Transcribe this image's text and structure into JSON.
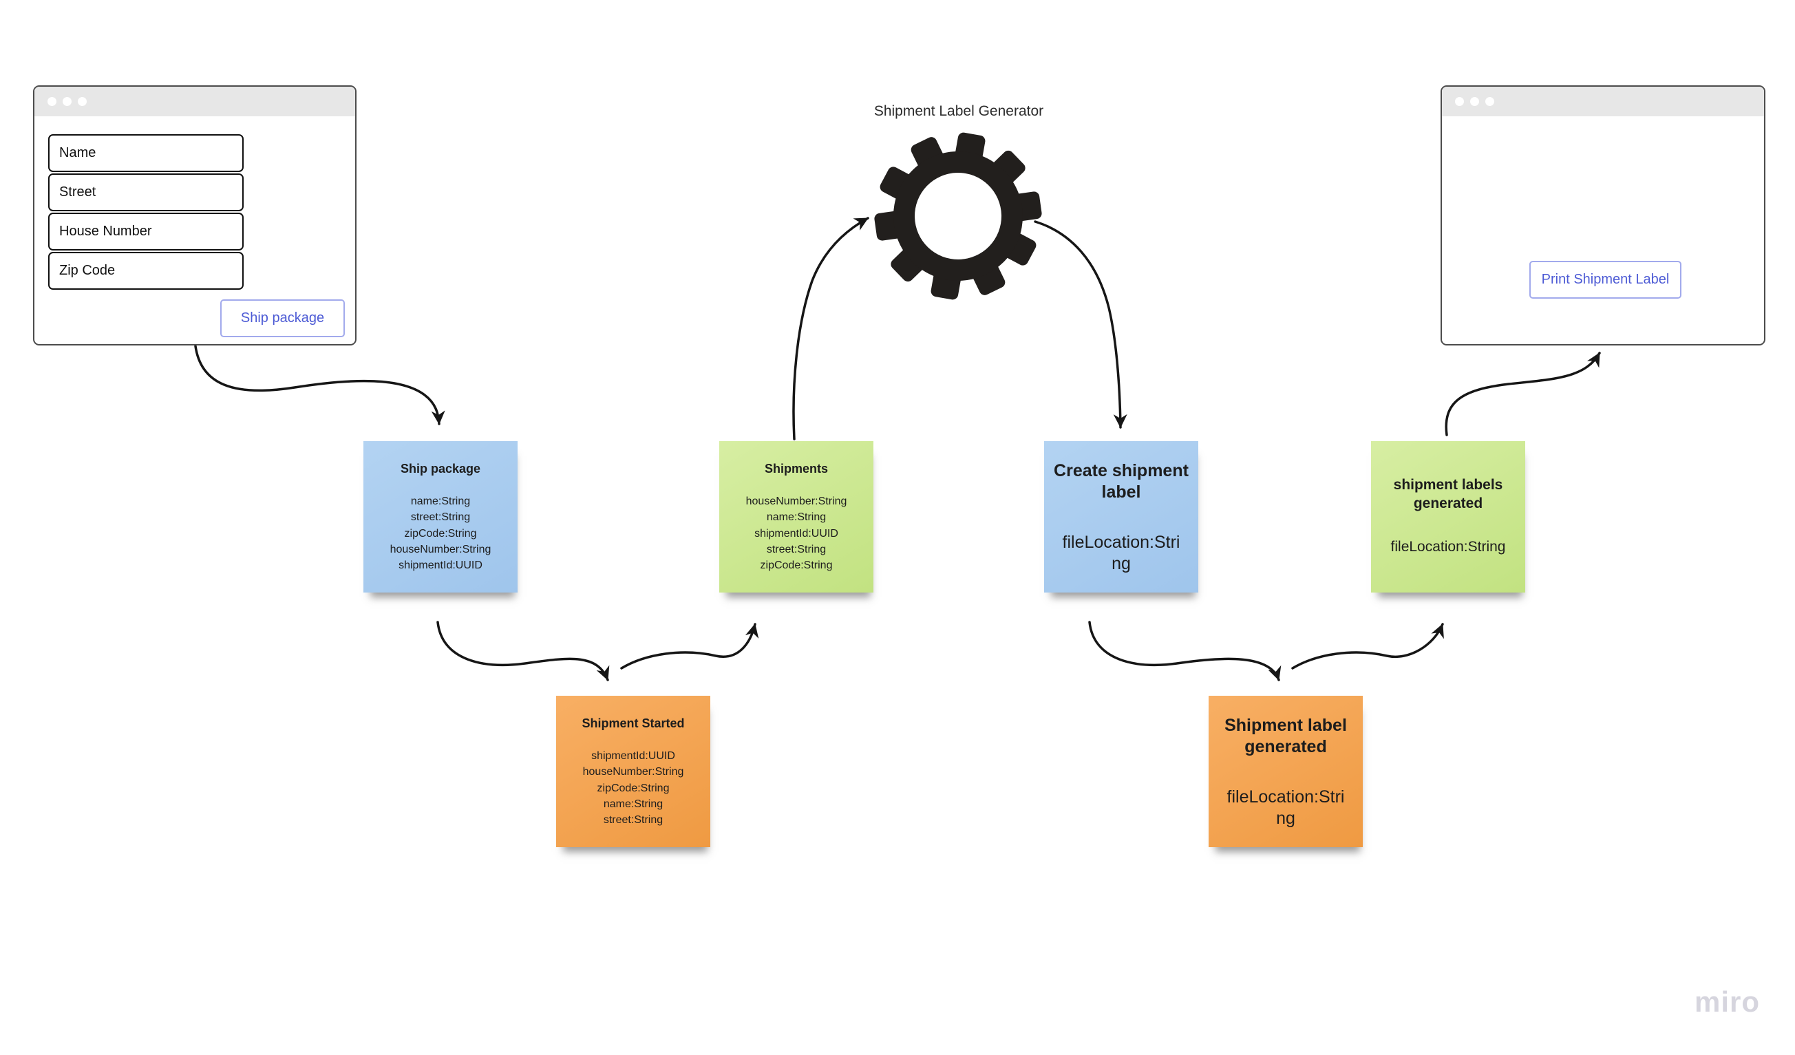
{
  "board": {
    "watermark": "miro"
  },
  "shipping_form_window": {
    "fields": [
      {
        "label": "Name"
      },
      {
        "label": "Street"
      },
      {
        "label": "House Number"
      },
      {
        "label": "Zip Code"
      }
    ],
    "submit_button": "Ship package"
  },
  "label_generator": {
    "title": "Shipment Label Generator",
    "icon": "gear-icon"
  },
  "print_window": {
    "print_button": "Print Shipment Label"
  },
  "stickies": [
    {
      "title": "Ship package",
      "color": "#a5cbf0",
      "lines": [
        "name:String",
        "street:String",
        "zipCode:String",
        "houseNumber:String",
        "shipmentId:UUID"
      ]
    },
    {
      "title": "Shipments",
      "color": "#cbe88f",
      "lines": [
        "houseNumber:String",
        "name:String",
        "shipmentId:UUID",
        "street:String",
        "zipCode:String"
      ]
    },
    {
      "title": "Create shipment label",
      "color": "#a5cbf0",
      "lines": [
        "fileLocation:String"
      ]
    },
    {
      "title": "shipment labels generated",
      "color": "#cbe88f",
      "lines": [
        "fileLocation:String"
      ]
    },
    {
      "title": "Shipment Started",
      "color": "#f5a04d",
      "lines": [
        "shipmentId:UUID",
        "houseNumber:String",
        "zipCode:String",
        "name:String",
        "street:String"
      ]
    },
    {
      "title": "Shipment label generated",
      "color": "#f5a04d",
      "lines": [
        "fileLocation:String"
      ]
    }
  ],
  "palette": {
    "sticky_blue": "#a5cbf0",
    "sticky_green": "#cbe88f",
    "sticky_orange": "#f5a04d",
    "button_text": "#4d5bd5",
    "button_border": "#a2aaec",
    "window_header": "#e7e7e7",
    "arrow": "#161616",
    "watermark": "#d6d5de"
  }
}
